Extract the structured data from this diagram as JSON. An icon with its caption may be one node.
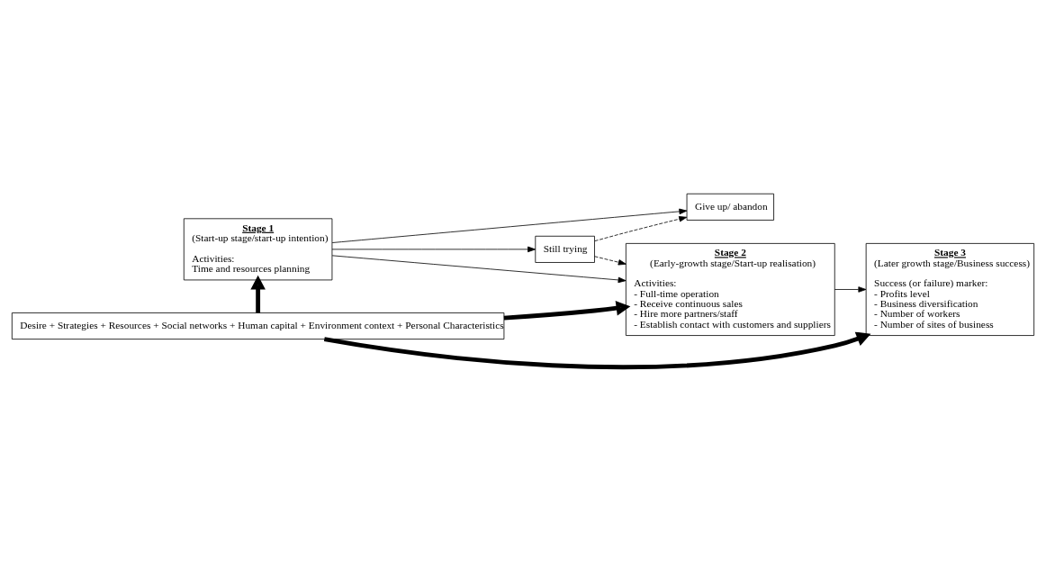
{
  "diagram": {
    "nodes": [
      {
        "text": [
          "Stage 1",
          "(Start-up stage/start-up intention)",
          "Activities:",
          "Time and resources planning"
        ]
      },
      {
        "text": [
          "Still trying"
        ]
      },
      {
        "text": [
          "Give up/ abandon"
        ]
      },
      {
        "text": [
          "Stage 2",
          "(Early-growth stage/Start-up realisation)",
          "Activities:",
          "- Full-time operation",
          "- Receive continuous sales",
          "- Hire more partners/staff",
          "- Establish contact with customers and suppliers"
        ]
      },
      {
        "text": [
          "Stage 3",
          "(Later growth stage/Business success)",
          "Success (or failure) marker:",
          "- Profits level",
          "- Business diversification",
          "- Number of workers",
          "- Number of sites of business"
        ]
      },
      {
        "text": [
          "Desire + Strategies + Resources + Social networks + Human capital + Environment context + Personal Characteristics"
        ]
      }
    ],
    "edges": [
      {
        "from": 0,
        "to": 1,
        "arrow": "to"
      },
      {
        "from": 0,
        "to": 3,
        "arrow": "to"
      },
      {
        "from": 0,
        "to": 2,
        "arrow": "to"
      },
      {
        "from": 1,
        "to": 3,
        "arrow": "to",
        "style": "dashed"
      },
      {
        "from": 1,
        "to": 2,
        "arrow": "to",
        "style": "dashed"
      },
      {
        "from": 3,
        "to": 4,
        "arrow": "to"
      },
      {
        "from": 5,
        "to": 0,
        "arrow": "to",
        "style": "thick"
      },
      {
        "from": 5,
        "to": 3,
        "arrow": "to",
        "style": "thick"
      },
      {
        "from": 5,
        "to": 4,
        "arrow": "to",
        "style": "thick"
      }
    ]
  }
}
